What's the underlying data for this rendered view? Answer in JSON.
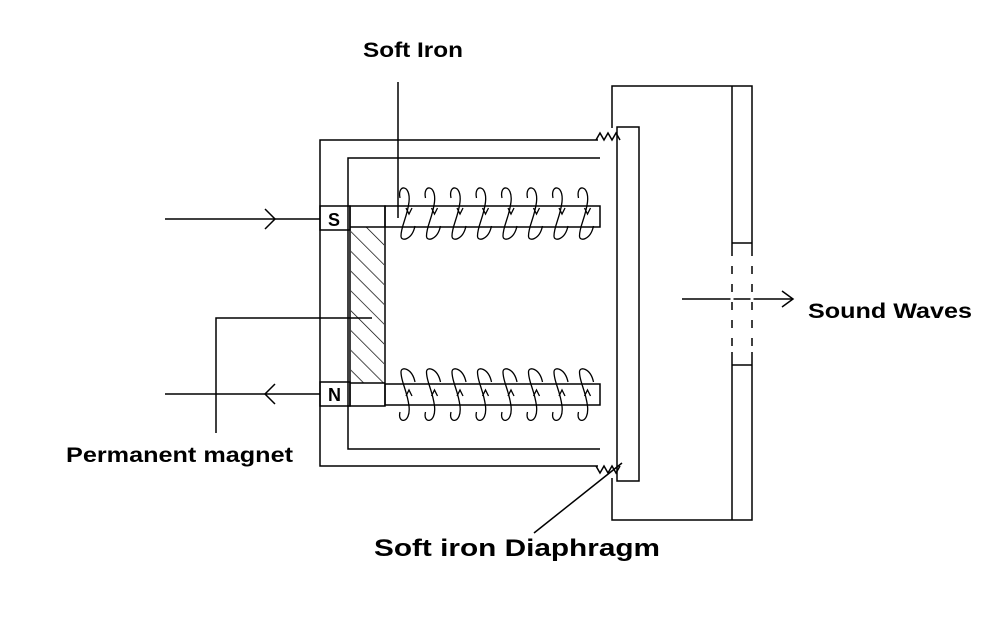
{
  "labels": {
    "soft_iron": "Soft Iron",
    "sound_waves": "Sound Waves",
    "permanent_magnet": "Permanent magnet",
    "soft_iron_diaphragm": "Soft iron Diaphragm",
    "pole_south": "S",
    "pole_north": "N"
  },
  "colors": {
    "stroke": "#000000",
    "background": "#ffffff"
  }
}
